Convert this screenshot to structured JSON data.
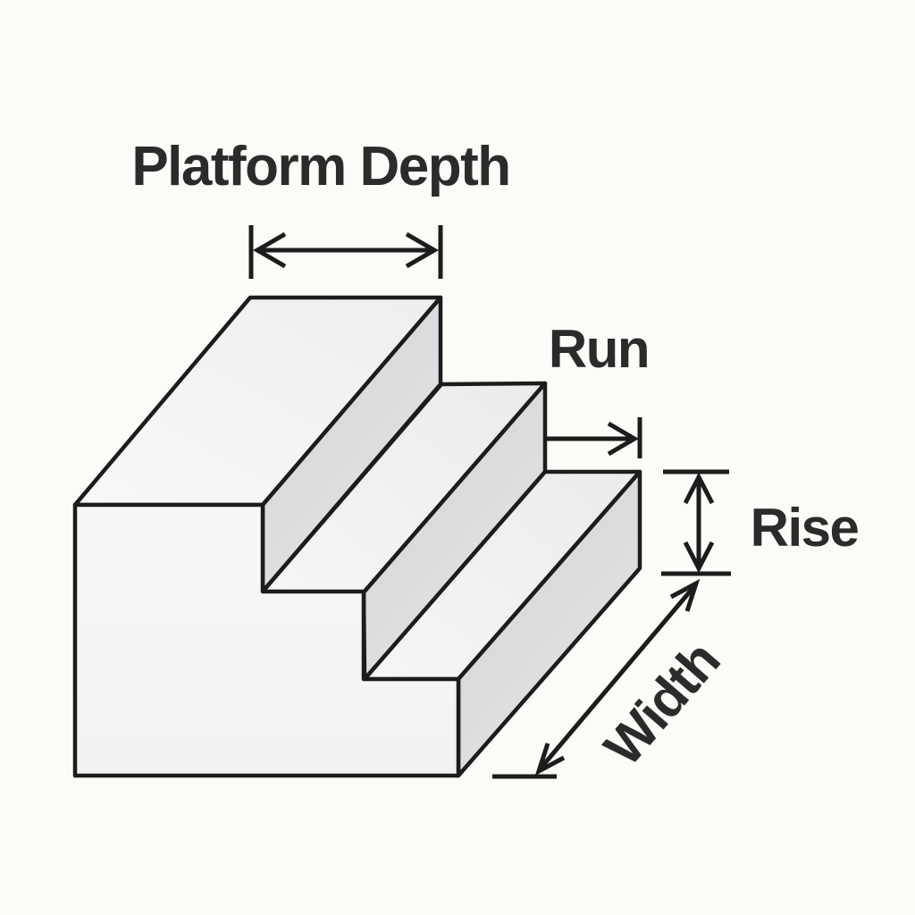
{
  "diagram": {
    "type": "isometric-staircase-dimension-diagram",
    "labels": {
      "platform_depth": "Platform Depth",
      "run": "Run",
      "rise": "Rise",
      "width": "Width"
    }
  },
  "colors": {
    "bg": "#fcfbf8",
    "line": "#1c1c1c",
    "text": "#2b2b2b",
    "face_top": "#f3f3f5",
    "face_front": "#f6f6f7",
    "face_riser": "#d9d9db"
  }
}
